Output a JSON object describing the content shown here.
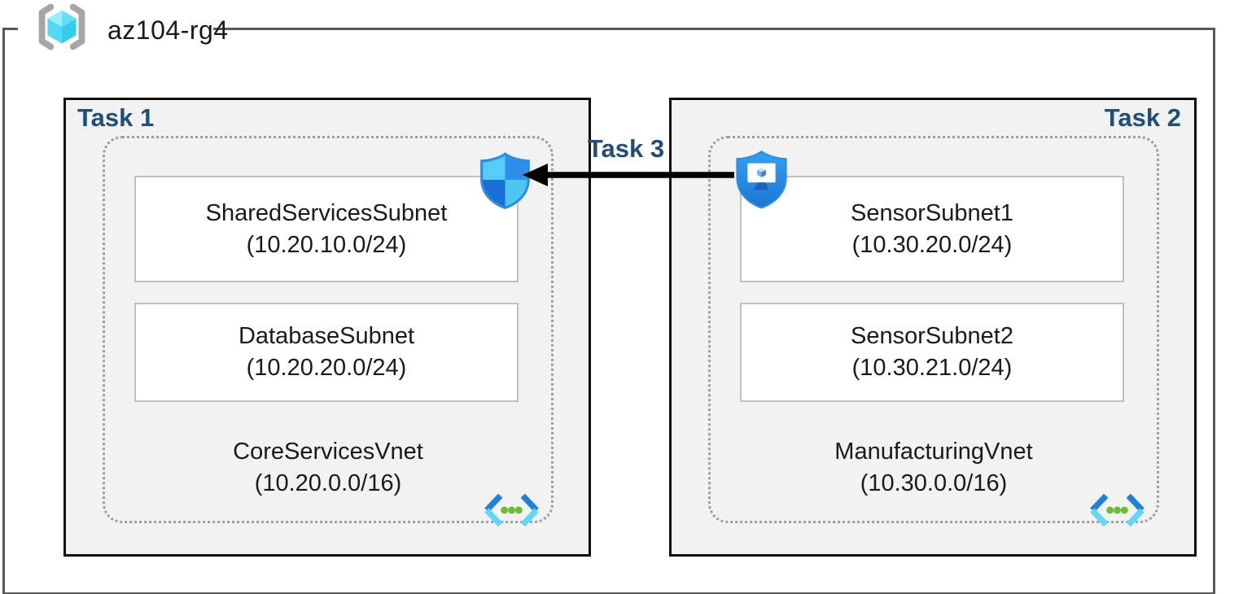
{
  "resource_group": {
    "name": "az104-rg4",
    "icon": "resource-group-icon"
  },
  "vnets": [
    {
      "task_label": "Task 1",
      "name": "CoreServicesVnet",
      "cidr": "(10.20.0.0/16)",
      "subnets": [
        {
          "name": "SharedServicesSubnet",
          "cidr": "(10.20.10.0/24)"
        },
        {
          "name": "DatabaseSubnet",
          "cidr": "(10.20.20.0/24)"
        }
      ],
      "security_icon": "network-security-group-icon",
      "corner_icon": "virtual-network-icon"
    },
    {
      "task_label": "Task 2",
      "name": "ManufacturingVnet",
      "cidr": "(10.30.0.0/16)",
      "subnets": [
        {
          "name": "SensorSubnet1",
          "cidr": "(10.30.20.0/24)"
        },
        {
          "name": "SensorSubnet2",
          "cidr": "(10.30.21.0/24)"
        }
      ],
      "security_icon": "application-security-group-icon",
      "corner_icon": "virtual-network-icon"
    }
  ],
  "connection": {
    "label": "Task 3",
    "direction": "right-to-left",
    "from": "ManufacturingVnet application security group",
    "to": "CoreServicesVnet network security group"
  },
  "colors": {
    "task_label": "#1f4e79",
    "task_box_fill": "#f2f2f2",
    "task_box_border": "#0d0d0d",
    "outer_frame_border": "#595959",
    "dotted_border": "#9e9e9e",
    "subnet_border": "#c0c0c0",
    "subnet_fill": "#ffffff",
    "arrow": "#000000",
    "shield_light": "#55cdf8",
    "shield_medium": "#2e8ee9",
    "shield_dark": "#1b6fd8",
    "vnet_chevron_dark": "#1e81dd",
    "vnet_chevron_light": "#62d8f8",
    "vnet_dots_green": "#6abe30",
    "cube_cyan": "#52d9f3",
    "bracket_gray": "#a6a6a6"
  }
}
